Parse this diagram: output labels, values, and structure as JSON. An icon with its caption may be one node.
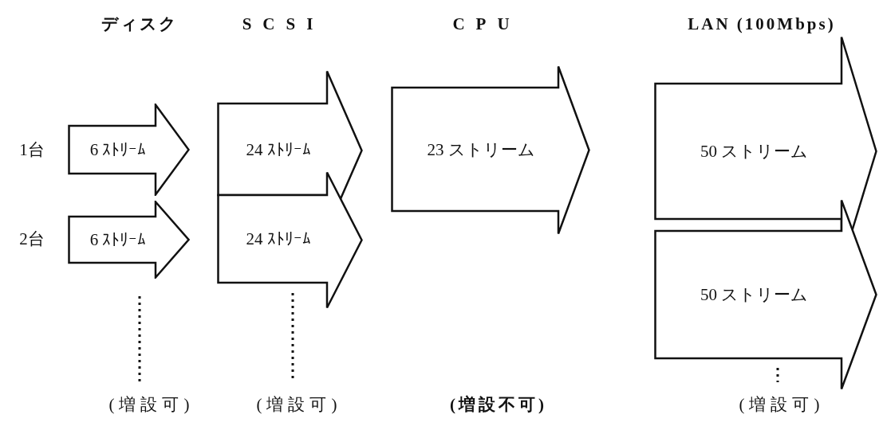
{
  "diagram": {
    "nodes": [
      {
        "text": [
          "6 ｽﾄﾘｰﾑ"
        ]
      },
      {
        "text": [
          "24 ｽﾄﾘｰﾑ"
        ]
      },
      {
        "text": [
          "23 ストリーム"
        ]
      },
      {
        "text": [
          "50 ストリーム"
        ]
      },
      {
        "text": [
          "6 ｽﾄﾘｰﾑ"
        ]
      },
      {
        "text": [
          "24 ｽﾄﾘｰﾑ"
        ]
      },
      {
        "text": [
          "50 ストリーム"
        ]
      }
    ],
    "labels": [
      "ディスク",
      "SCSI",
      "CPU",
      "LAN (100Mbps)",
      "1台",
      "2台",
      "(増設可)",
      "(増設可)",
      "(増設不可)",
      "(増設可)"
    ]
  }
}
